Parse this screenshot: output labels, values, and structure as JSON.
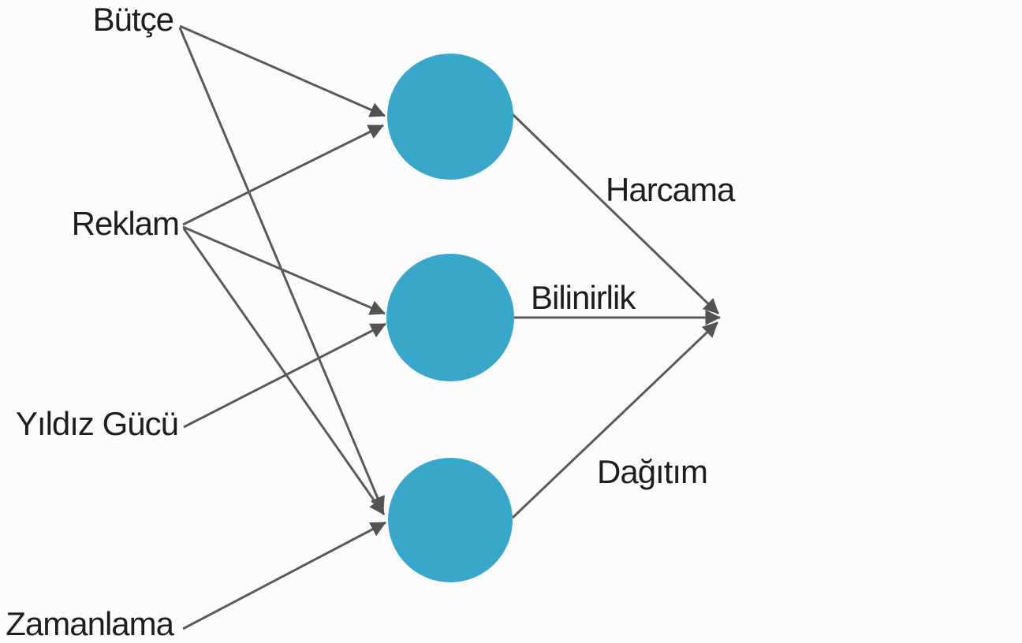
{
  "colors": {
    "background": "#fcfcfc",
    "node_fill": "#39a7ca",
    "edge": "#5a5a5a",
    "text": "#1e1e1e"
  },
  "labels": {
    "butce": "Bütçe",
    "reklam": "Reklam",
    "yildiz_gucu": "Yıldız Gücü",
    "zamanlama": "Zamanlama",
    "harcama": "Harcama",
    "bilinirlik": "Bilinirlik",
    "dagitim": "Dağıtım"
  },
  "diagram": {
    "type": "directed-graph",
    "input_labels": [
      "Bütçe",
      "Reklam",
      "Yıldız Gücü",
      "Zamanlama"
    ],
    "hidden_nodes": [
      "hidden-top",
      "hidden-middle",
      "hidden-bottom"
    ],
    "output_edge_labels": [
      "Harcama",
      "Bilinirlik",
      "Dağıtım"
    ],
    "edges": [
      {
        "from": "Bütçe",
        "to": "hidden-top"
      },
      {
        "from": "Bütçe",
        "to": "hidden-bottom"
      },
      {
        "from": "Reklam",
        "to": "hidden-top"
      },
      {
        "from": "Reklam",
        "to": "hidden-middle"
      },
      {
        "from": "Reklam",
        "to": "hidden-bottom"
      },
      {
        "from": "Yıldız Gücü",
        "to": "hidden-middle"
      },
      {
        "from": "Zamanlama",
        "to": "hidden-bottom"
      },
      {
        "from": "hidden-top",
        "to": "convergence-point",
        "label": "Harcama"
      },
      {
        "from": "hidden-middle",
        "to": "convergence-point",
        "label": "Bilinirlik"
      },
      {
        "from": "hidden-bottom",
        "to": "convergence-point",
        "label": "Dağıtım"
      }
    ]
  }
}
